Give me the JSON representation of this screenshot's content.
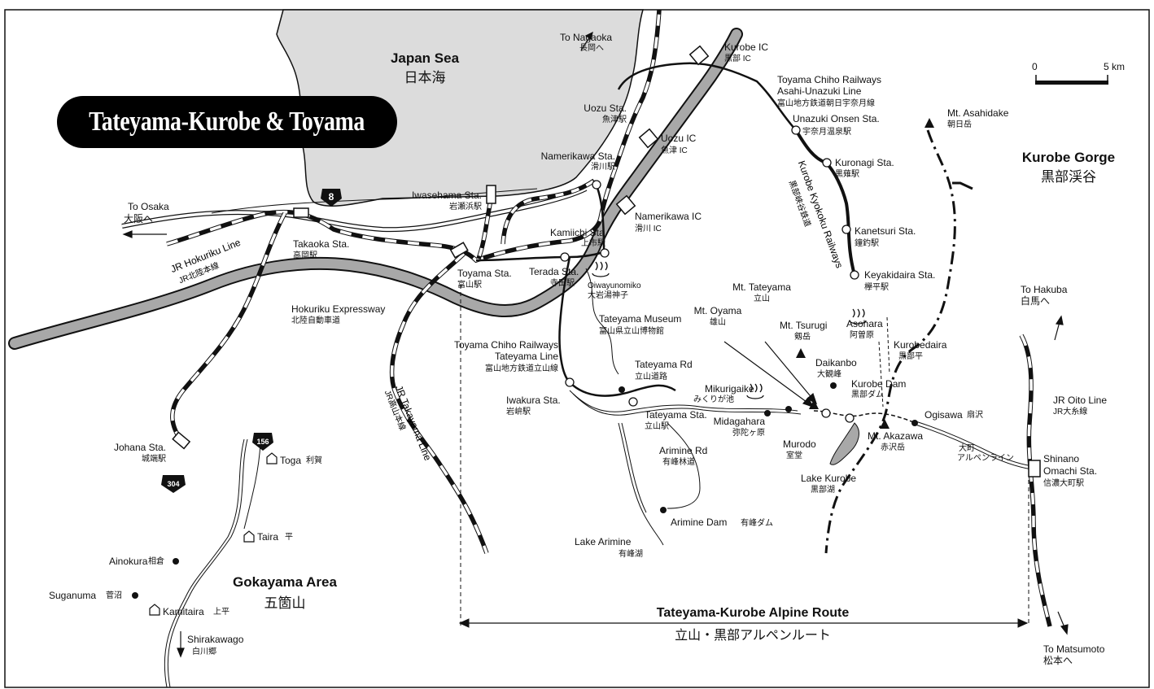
{
  "map_title": "Tateyama-Kurobe & Toyama",
  "scale": {
    "zero": "0",
    "distance": "5 km"
  },
  "regions": {
    "japan_sea_en": "Japan Sea",
    "japan_sea_jp": "日本海",
    "kurobe_gorge_en": "Kurobe  Gorge",
    "kurobe_gorge_jp": "黒部渓谷",
    "gokayama_en": "Gokayama Area",
    "gokayama_jp": "五箇山"
  },
  "alpine_route": {
    "en": "Tateyama-Kurobe Alpine Route",
    "jp": "立山・黒部アルペンルート"
  },
  "directions": {
    "nagaoka_en": "To Nagaoka",
    "nagaoka_jp": "長岡へ",
    "osaka_en": "To Osaka",
    "osaka_jp": "大阪へ",
    "hakuba_en": "To Hakuba",
    "hakuba_jp": "白馬へ",
    "matsumoto_en": "To Matsumoto",
    "matsumoto_jp": "松本へ",
    "shirakawago_en": "Shirakawago",
    "shirakawago_jp": "白川郷"
  },
  "highway_shields": {
    "r8": "8",
    "r156": "156",
    "r304": "304"
  },
  "lines": {
    "jr_hokuriku_en": "JR Hokuriku Line",
    "jr_hokuriku_jp": "JR北陸本線",
    "hokuriku_exp_en": "Hokuriku Expressway",
    "hokuriku_exp_jp": "北陸自動車道",
    "jr_takayama_en": "JR Takayama Line",
    "jr_takayama_jp": "JR高山本線",
    "chiho_tateyama_en1": "Toyama Chiho Railways",
    "chiho_tateyama_en2": "Tateyama Line",
    "chiho_tateyama_jp": "富山地方鉄道立山線",
    "chiho_unazuki_en1": "Toyama Chiho Railways",
    "chiho_unazuki_en2": "Asahi-Unazuki Line",
    "chiho_unazuki_jp": "富山地方鉄道朝日宇奈月線",
    "kyokoku_en": "Kurobe Kyokoku Railways",
    "kyokoku_jp": "黒部峡谷鉄道",
    "jr_oito_en": "JR Oito Line",
    "jr_oito_jp": "JR大糸線",
    "omachi_alpen_jp1": "大町",
    "omachi_alpen_jp2": "アルペンライン"
  },
  "stations": {
    "uozu_en": "Uozu Sta.",
    "uozu_jp": "魚津駅",
    "namerikawa_en": "Namerikawa Sta.",
    "namerikawa_jp": "滑川駅",
    "iwasehama_en": "Iwasehama Sta.",
    "iwasehama_jp": "岩瀬浜駅",
    "kamiichi_en": "Kamiichi Sta.",
    "kamiichi_jp": "上市駅",
    "takaoka_en": "Takaoka Sta.",
    "takaoka_jp": "高岡駅",
    "toyama_en": "Toyama Sta.",
    "toyama_jp": "富山駅",
    "terada_en": "Terada Sta.",
    "terada_jp": "寺田駅",
    "iwakura_en": "Iwakura Sta.",
    "iwakura_jp": "岩峅駅",
    "tateyama_en": "Tateyama Sta.",
    "tateyama_jp": "立山駅",
    "johana_en": "Johana Sta.",
    "johana_jp": "城端駅",
    "unazuki_en": "Unazuki Onsen Sta.",
    "unazuki_jp": "宇奈月温泉駅",
    "kuronagi_en": "Kuronagi Sta.",
    "kuronagi_jp": "黒薙駅",
    "kanetsuri_en": "Kanetsuri Sta.",
    "kanetsuri_jp": "鐘釣駅",
    "keyakidaira_en": "Keyakidaira Sta.",
    "keyakidaira_jp": "欅平駅",
    "shinano_en1": "Shinano",
    "shinano_en2": "Omachi Sta.",
    "shinano_jp": "信濃大町駅"
  },
  "interchanges": {
    "kurobe_ic_en": "Kurobe IC",
    "kurobe_ic_jp": "黒部 IC",
    "uozu_ic_en": "Uozu IC",
    "uozu_ic_jp": "魚津 IC",
    "namerikawa_ic_en": "Namerikawa IC",
    "namerikawa_ic_jp": "滑川 IC"
  },
  "places": {
    "oiwa_en": "Oiwayunomiko",
    "oiwa_jp": "大岩湯神子",
    "museum_en": "Tateyama Museum",
    "museum_jp": "富山県立山博物館",
    "tateyama_rd_en": "Tateyama Rd",
    "tateyama_rd_jp": "立山道路",
    "mt_tateyama_en": "Mt. Tateyama",
    "mt_tateyama_jp": "立山",
    "mt_oyama_en": "Mt. Oyama",
    "mt_oyama_jp": "雄山",
    "mt_tsurugi_en": "Mt. Tsurugi",
    "mt_tsurugi_jp": "剱岳",
    "asohara_en": "Asohara",
    "asohara_jp": "阿曽原",
    "kurobedaira_en": "Kurobedaira",
    "kurobedaira_jp": "黒部平",
    "daikanbo_en": "Daikanbo",
    "daikanbo_jp": "大観峰",
    "kurobe_dam_en": "Kurobe Dam",
    "kurobe_dam_jp": "黒部ダム",
    "mikurigaike_en": "Mikurigaike",
    "mikurigaike_jp": "みくりが池",
    "midagahara_en": "Midagahara",
    "midagahara_jp": "弥陀ヶ原",
    "murodo_en": "Murodo",
    "murodo_jp": "室堂",
    "mt_akazawa_en": "Mt. Akazawa",
    "mt_akazawa_jp": "赤沢岳",
    "ogisawa_en": "Ogisawa",
    "ogisawa_jp": "扇沢",
    "lake_kurobe_en": "Lake Kurobe",
    "lake_kurobe_jp": "黒部湖",
    "arimine_rd_en": "Arimine Rd",
    "arimine_rd_jp": "有峰林道",
    "arimine_dam_en": "Arimine Dam",
    "arimine_dam_jp": "有峰ダム",
    "lake_arimine_en": "Lake Arimine",
    "lake_arimine_jp": "有峰湖",
    "mt_asahidake_en": "Mt. Asahidake",
    "mt_asahidake_jp": "朝日岳",
    "toga_en": "Toga",
    "toga_jp": "利賀",
    "taira_en": "Taira",
    "taira_jp": "平",
    "ainokura_en": "Ainokura",
    "ainokura_jp": "相倉",
    "suganuma_en": "Suganuma",
    "suganuma_jp": "菅沼",
    "kamitaira_en": "Kamitaira",
    "kamitaira_jp": "上平"
  },
  "colors": {
    "sea": "#dcdcdc",
    "expressway": "#a8a8a8",
    "ink": "#111111",
    "background": "#ffffff"
  }
}
